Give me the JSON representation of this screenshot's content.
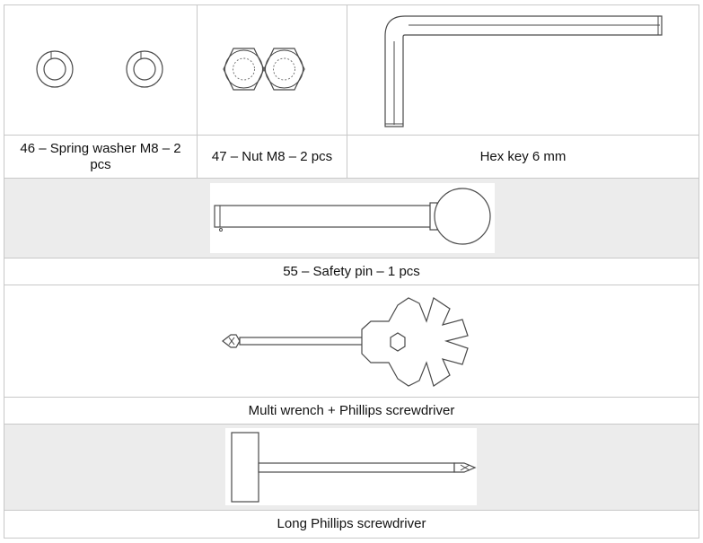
{
  "parts": {
    "spring_washer": {
      "caption": "46 – Spring washer M8 – 2 pcs"
    },
    "nut": {
      "caption": "47 – Nut M8 – 2 pcs"
    },
    "hex_key": {
      "caption": "Hex key 6 mm"
    },
    "safety_pin": {
      "caption": "55 – Safety pin – 1 pcs"
    },
    "multi_wrench": {
      "caption": "Multi wrench + Phillips screwdriver"
    },
    "long_screwdriver": {
      "caption": "Long Phillips screwdriver"
    }
  },
  "colors": {
    "border": "#c8c8c8",
    "shaded_row": "#ececec",
    "line_art": "#4a4a4a"
  }
}
